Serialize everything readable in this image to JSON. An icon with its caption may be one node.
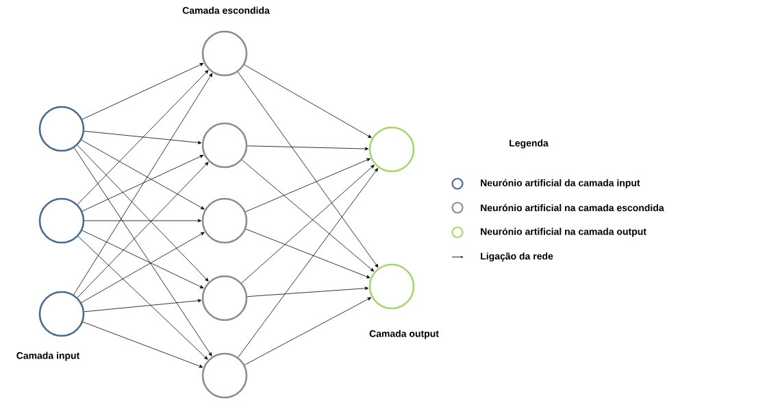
{
  "diagram": {
    "nodes": [
      {
        "text": [],
        "shape": "circle"
      },
      {
        "text": [],
        "shape": "circle"
      },
      {
        "text": [],
        "shape": "circle"
      },
      {
        "text": [],
        "shape": "circle"
      },
      {
        "text": [],
        "shape": "circle"
      },
      {
        "text": [],
        "shape": "circle"
      },
      {
        "text": [],
        "shape": "circle"
      },
      {
        "text": [],
        "shape": "circle"
      },
      {
        "text": [],
        "shape": "circle"
      },
      {
        "text": [],
        "shape": "circle"
      }
    ],
    "edges": [
      {
        "from": 0,
        "to": 3,
        "arrow": "to"
      },
      {
        "from": 0,
        "to": 4,
        "arrow": "to"
      },
      {
        "from": 0,
        "to": 5,
        "arrow": "to"
      },
      {
        "from": 0,
        "to": 6,
        "arrow": "to"
      },
      {
        "from": 0,
        "to": 7,
        "arrow": "to"
      },
      {
        "from": 1,
        "to": 3,
        "arrow": "to"
      },
      {
        "from": 1,
        "to": 4,
        "arrow": "to"
      },
      {
        "from": 1,
        "to": 5,
        "arrow": "to"
      },
      {
        "from": 1,
        "to": 6,
        "arrow": "to"
      },
      {
        "from": 1,
        "to": 7,
        "arrow": "to"
      },
      {
        "from": 2,
        "to": 3,
        "arrow": "to"
      },
      {
        "from": 2,
        "to": 4,
        "arrow": "to"
      },
      {
        "from": 2,
        "to": 5,
        "arrow": "to"
      },
      {
        "from": 2,
        "to": 6,
        "arrow": "to"
      },
      {
        "from": 2,
        "to": 7,
        "arrow": "to"
      },
      {
        "from": 3,
        "to": 8,
        "arrow": "to"
      },
      {
        "from": 3,
        "to": 9,
        "arrow": "to"
      },
      {
        "from": 4,
        "to": 8,
        "arrow": "to"
      },
      {
        "from": 4,
        "to": 9,
        "arrow": "to"
      },
      {
        "from": 5,
        "to": 8,
        "arrow": "to"
      },
      {
        "from": 5,
        "to": 9,
        "arrow": "to"
      },
      {
        "from": 6,
        "to": 8,
        "arrow": "to"
      },
      {
        "from": 6,
        "to": 9,
        "arrow": "to"
      },
      {
        "from": 7,
        "to": 8,
        "arrow": "to"
      },
      {
        "from": 7,
        "to": 9,
        "arrow": "to"
      }
    ],
    "labels": [
      "Camada escondida",
      "Legenda",
      "Camada input",
      "Camada output"
    ],
    "legend": [
      {
        "text": "Neurónio artificial da camada input",
        "color": "#4a6a8c"
      },
      {
        "text": "Neurónio artificial na camada escondida",
        "color": "#8c8c8c"
      },
      {
        "text": "Neurónio artificial na camada output",
        "color": "#a8d470"
      },
      {
        "text": "Ligação da rede"
      }
    ]
  }
}
